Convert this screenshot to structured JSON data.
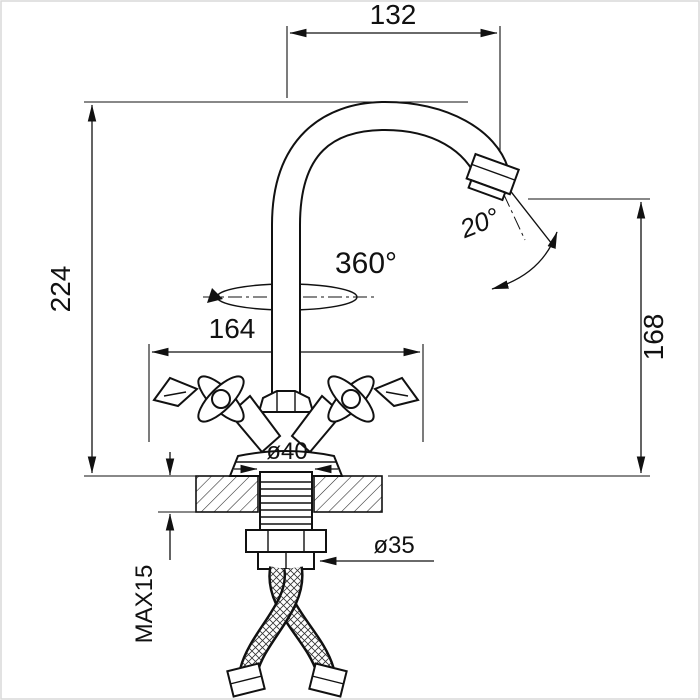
{
  "diagram": {
    "type": "technical-drawing",
    "subject": "kitchen faucet with gooseneck spout, two cross handles, mounting shank and flexible hoses",
    "labels": {
      "top_width": "132",
      "left_height": "224",
      "right_height": "168",
      "body_width": "164",
      "swivel_angle": "360°",
      "spout_angle": "20°",
      "shank_diameter": "ø40",
      "hose_nut_diameter": "ø35",
      "max_mount_thickness": "MAX15"
    },
    "colors": {
      "line": "#111111",
      "background": "#ffffff"
    }
  }
}
